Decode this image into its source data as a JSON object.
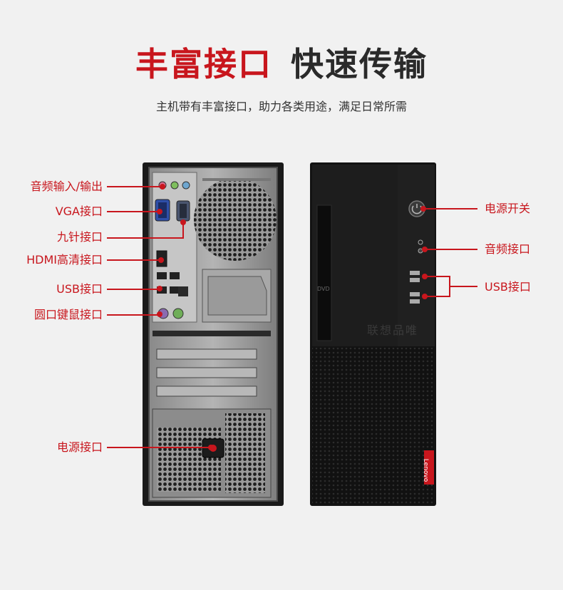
{
  "heading": {
    "red": "丰富接口",
    "dark": "快速传输"
  },
  "subtitle": "主机带有丰富接口，助力各类用途，满足日常所需",
  "left_labels": [
    {
      "id": "audio-io",
      "text": "音频输入/输出"
    },
    {
      "id": "vga",
      "text": "VGA接口"
    },
    {
      "id": "serial",
      "text": "九针接口"
    },
    {
      "id": "hdmi",
      "text": "HDMI高清接口"
    },
    {
      "id": "usb-rear",
      "text": "USB接口"
    },
    {
      "id": "ps2",
      "text": "圆口键鼠接口"
    },
    {
      "id": "power-port",
      "text": "电源接口"
    }
  ],
  "right_labels": [
    {
      "id": "power-switch",
      "text": "电源开关"
    },
    {
      "id": "audio-front",
      "text": "音频接口"
    },
    {
      "id": "usb-front",
      "text": "USB接口"
    }
  ],
  "brand": "Lenovo",
  "watermark": "联想品唯",
  "colors": {
    "accent": "#c8161d",
    "text": "#333333",
    "background": "#f1f1f1"
  },
  "icons": [
    "power-icon",
    "headset-icon",
    "usb-port-icon",
    "dvd-logo-icon"
  ]
}
